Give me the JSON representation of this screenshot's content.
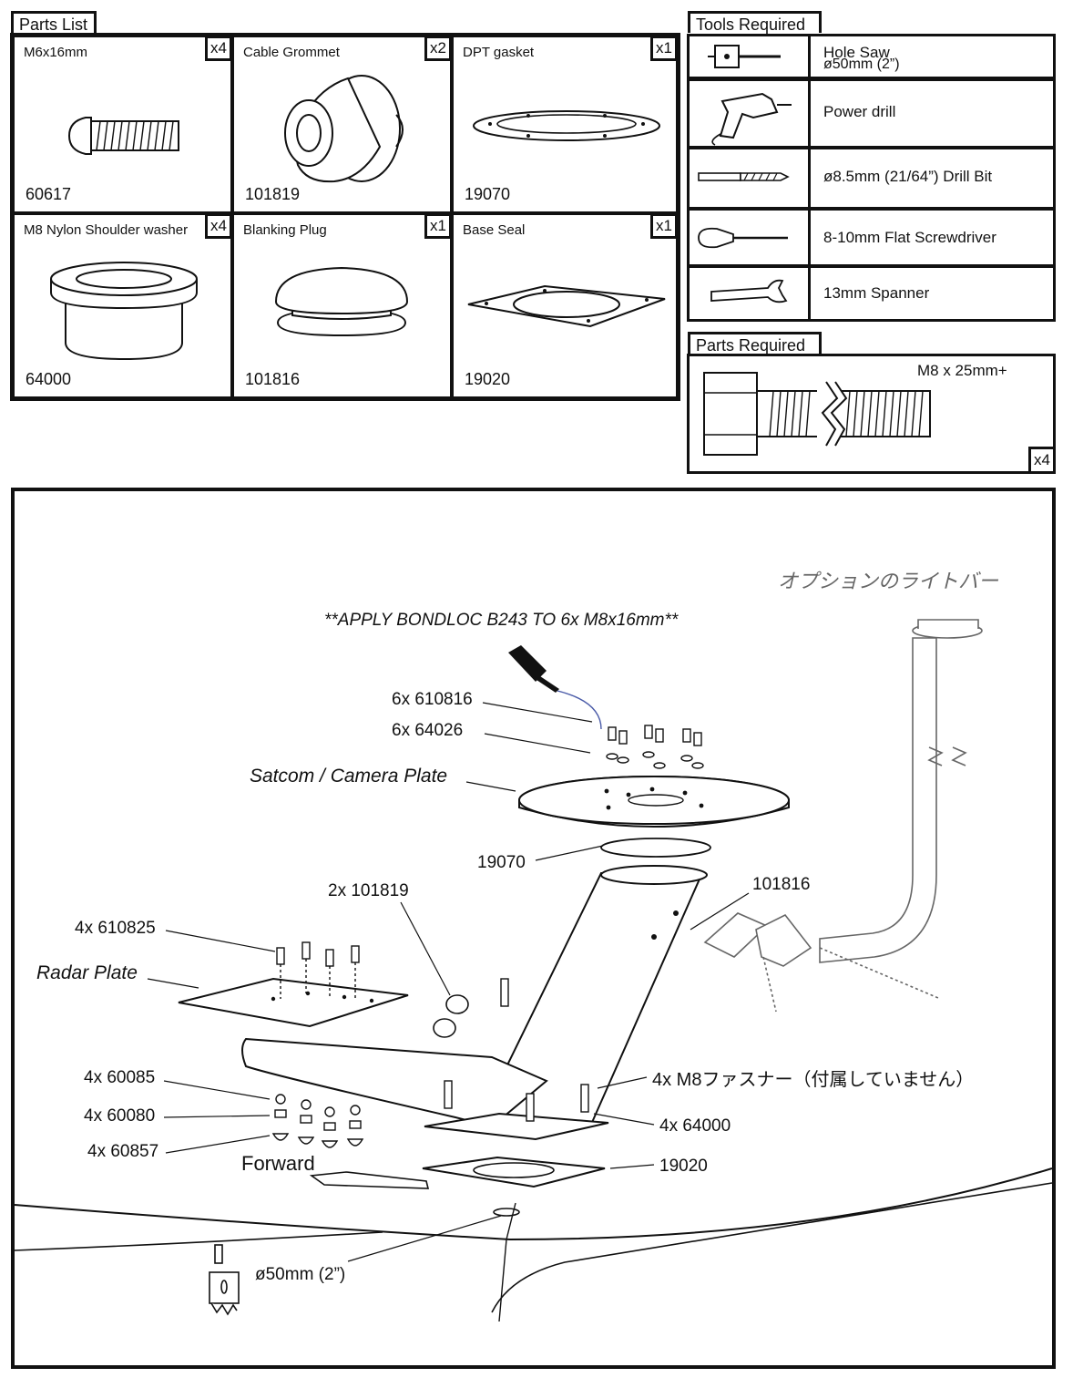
{
  "parts_list": {
    "title": "Parts List",
    "items": [
      {
        "name": "M6x16mm",
        "qty": "x4",
        "code": "60617",
        "icon": "bolt-icon"
      },
      {
        "name": "Cable Grommet",
        "qty": "x2",
        "code": "101819",
        "icon": "grommet-icon"
      },
      {
        "name": "DPT gasket",
        "qty": "x1",
        "code": "19070",
        "icon": "gasket-icon"
      },
      {
        "name": "M8 Nylon Shoulder washer",
        "qty": "x4",
        "code": "64000",
        "icon": "washer-icon"
      },
      {
        "name": "Blanking Plug",
        "qty": "x1",
        "code": "101816",
        "icon": "plug-icon"
      },
      {
        "name": "Base Seal",
        "qty": "x1",
        "code": "19020",
        "icon": "seal-icon"
      }
    ]
  },
  "tools_required": {
    "title": "Tools Required",
    "items": [
      {
        "label": "Hole Saw",
        "sublabel": "ø50mm (2”)",
        "icon": "hole-saw-icon"
      },
      {
        "label": "Power drill",
        "icon": "power-drill-icon"
      },
      {
        "label": "ø8.5mm (21/64”) Drill Bit",
        "icon": "drill-bit-icon"
      },
      {
        "label": "8-10mm Flat Screwdriver",
        "icon": "screwdriver-icon"
      },
      {
        "label": "13mm Spanner",
        "icon": "spanner-icon"
      }
    ]
  },
  "parts_required": {
    "title": "Parts Required",
    "label": "M8 x 25mm+",
    "qty": "x4",
    "icon": "hex-bolt-icon"
  },
  "assembly": {
    "optional_light_bar": "オプションのライトバー",
    "bondloc_note": "**APPLY BONDLOC B243 TO 6x M8x16mm**",
    "callouts": {
      "c610816": "6x 610816",
      "c64026": "6x 64026",
      "satcom": "Satcom / Camera Plate",
      "c19070": "19070",
      "c101816": "101816",
      "c101819": "2x 101819",
      "c610825": "4x 610825",
      "radar": "Radar Plate",
      "m8_fasteners": "4x M8ファスナー（付属していません）",
      "c64000": "4x 64000",
      "c60085": "4x 60085",
      "c60080": "4x 60080",
      "c60857": "4x 60857",
      "forward": "Forward",
      "c19020": "19020",
      "hole": "ø50mm (2”)"
    }
  }
}
